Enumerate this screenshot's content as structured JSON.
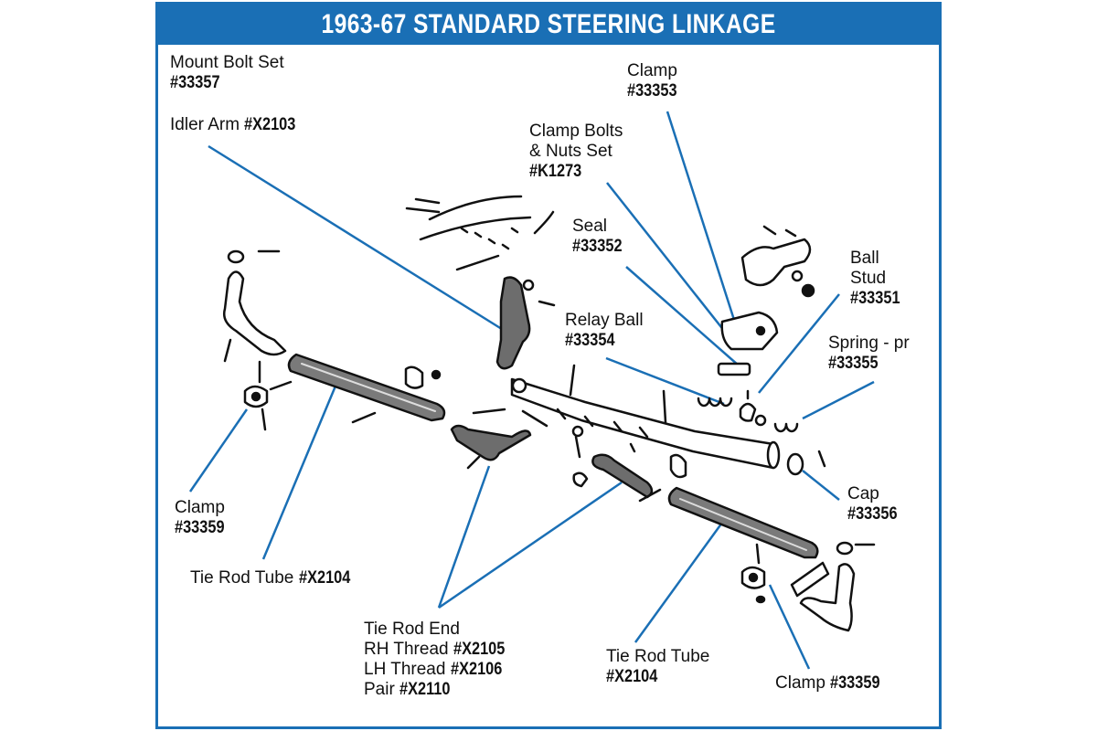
{
  "title": "1963-67 STANDARD STEERING LINKAGE",
  "colors": {
    "accent": "#1a6fb5",
    "leader": "#1a6fb5",
    "ink": "#111111",
    "part_fill": "#555555"
  },
  "labels": {
    "mount_bolt": {
      "name": "Mount Bolt Set",
      "part": "#33357"
    },
    "idler_arm": {
      "name": "Idler Arm",
      "part": "#X2103"
    },
    "clamp_top": {
      "name": "Clamp",
      "part": "#33353"
    },
    "clamp_bolts": {
      "name1": "Clamp Bolts",
      "name2": "& Nuts Set",
      "part": "#K1273"
    },
    "seal": {
      "name": "Seal",
      "part": "#33352"
    },
    "ball_stud": {
      "name1": "Ball",
      "name2": "Stud",
      "part": "#33351"
    },
    "relay_ball": {
      "name": "Relay Ball",
      "part": "#33354"
    },
    "spring": {
      "name": "Spring - pr",
      "part": "#33355"
    },
    "cap": {
      "name": "Cap",
      "part": "#33356"
    },
    "clamp_left": {
      "name": "Clamp",
      "part": "#33359"
    },
    "tube_left": {
      "name": "Tie Rod Tube",
      "part": "#X2104"
    },
    "tie_rod_end": {
      "name": "Tie Rod End",
      "rh_name": "RH Thread",
      "rh_part": "#X2105",
      "lh_name": "LH Thread",
      "lh_part": "#X2106",
      "pair_name": "Pair",
      "pair_part": "#X2110"
    },
    "tube_right": {
      "name": "Tie Rod Tube",
      "part": "#X2104"
    },
    "clamp_right": {
      "name": "Clamp",
      "part": "#33359"
    }
  }
}
